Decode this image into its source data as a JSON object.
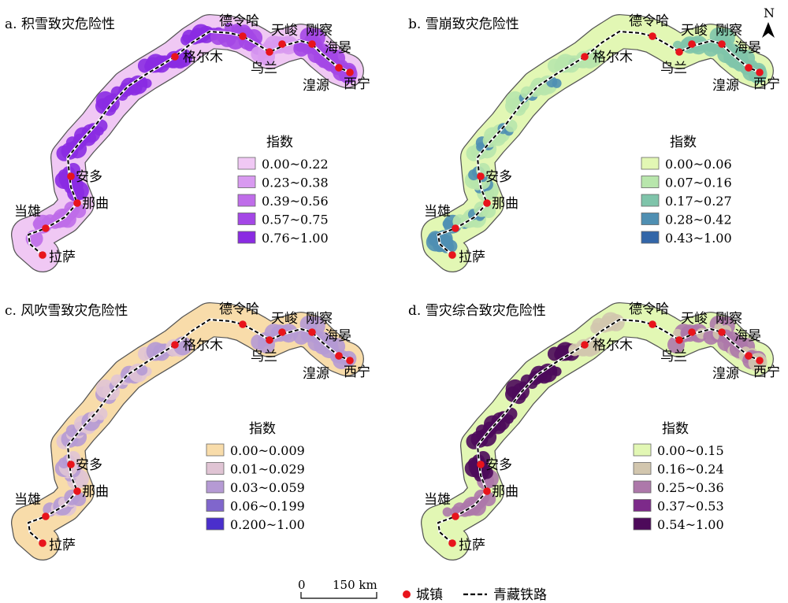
{
  "panels": [
    {
      "title": "a. 积雪致灾危险性",
      "legend_title": "指数",
      "classes": [
        {
          "label": "0.00~0.22",
          "color": "#f0c8f4"
        },
        {
          "label": "0.23~0.38",
          "color": "#d89af0"
        },
        {
          "label": "0.39~0.56",
          "color": "#bf6de9"
        },
        {
          "label": "0.57~0.75",
          "color": "#a447e6"
        },
        {
          "label": "0.76~1.00",
          "color": "#8a2be2"
        }
      ]
    },
    {
      "title": "b. 雪崩致灾危险性",
      "legend_title": "指数",
      "classes": [
        {
          "label": "0.00~0.06",
          "color": "#e2f7b4"
        },
        {
          "label": "0.07~0.16",
          "color": "#b8e6ac"
        },
        {
          "label": "0.17~0.27",
          "color": "#7fc4aa"
        },
        {
          "label": "0.28~0.42",
          "color": "#4f8fb2"
        },
        {
          "label": "0.43~1.00",
          "color": "#3366a8"
        }
      ]
    },
    {
      "title": "c. 风吹雪致灾危险性",
      "legend_title": "指数",
      "classes": [
        {
          "label": "0.00~0.009",
          "color": "#f8dcaa"
        },
        {
          "label": "0.01~0.029",
          "color": "#e0c4d4"
        },
        {
          "label": "0.03~0.059",
          "color": "#b59ad4"
        },
        {
          "label": "0.06~0.199",
          "color": "#8066cc"
        },
        {
          "label": "0.200~1.00",
          "color": "#4a2fcc"
        }
      ]
    },
    {
      "title": "d. 雪灾综合致灾危险性",
      "legend_title": "指数",
      "classes": [
        {
          "label": "0.00~0.15",
          "color": "#e2f7b4"
        },
        {
          "label": "0.16~0.24",
          "color": "#d2c6ae"
        },
        {
          "label": "0.25~0.36",
          "color": "#ad78aa"
        },
        {
          "label": "0.37~0.53",
          "color": "#7d2a8a"
        },
        {
          "label": "0.54~1.00",
          "color": "#4d0a5a"
        }
      ]
    }
  ],
  "cities": [
    "德令哈",
    "天峻",
    "刚察",
    "海晏",
    "西宁",
    "湟源",
    "乌兰",
    "格尔木",
    "安多",
    "那曲",
    "当雄",
    "拉萨"
  ],
  "scale_bar": {
    "zero": "0",
    "end": "150 km"
  },
  "north": "N",
  "bottom_legend": {
    "town": "城镇",
    "railway": "青藏铁路"
  },
  "colors": {
    "city": "#e8141c",
    "outline": "#555555",
    "railway": "#000000"
  }
}
